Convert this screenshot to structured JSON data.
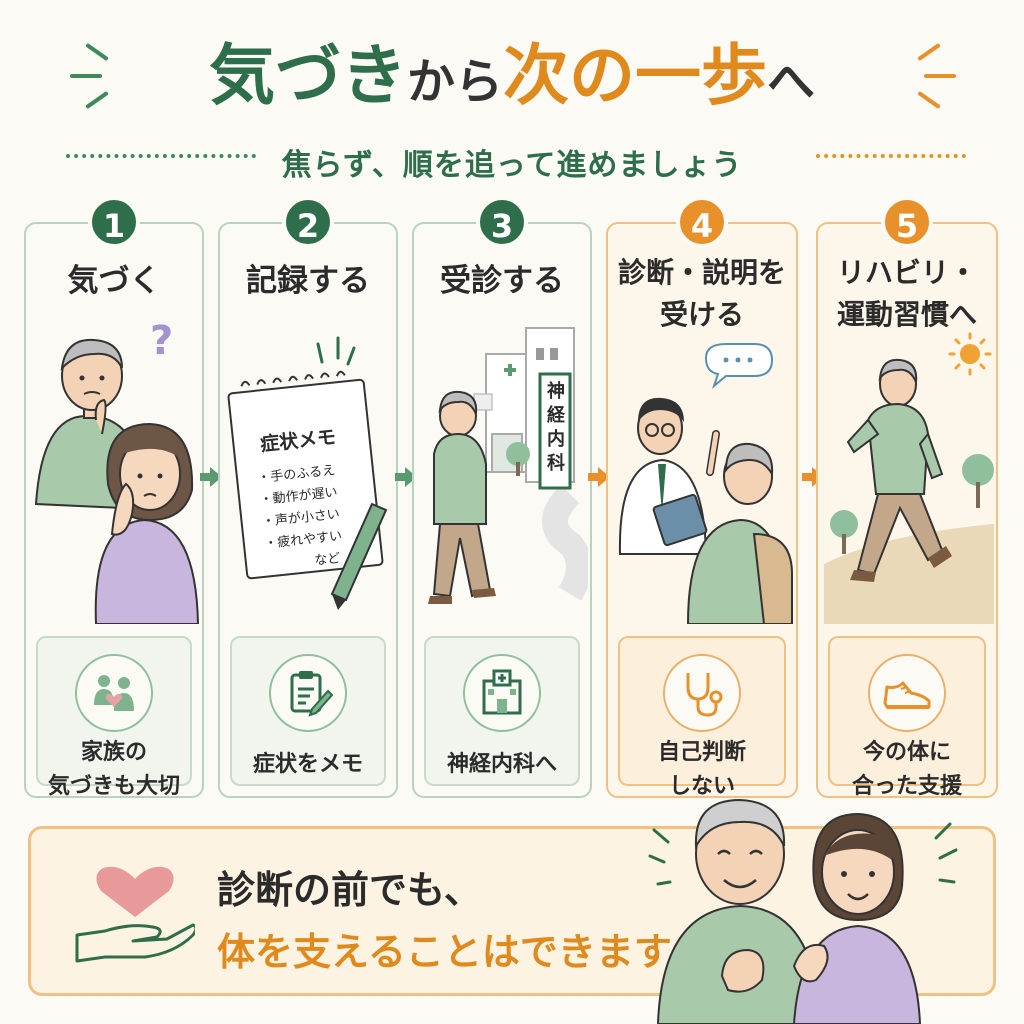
{
  "header": {
    "title_part1": "気づき",
    "title_part2": "から",
    "title_part3": "次の一歩",
    "title_part4": "へ",
    "subtitle": "焦らず、順を追って進めましょう"
  },
  "steps": [
    {
      "number": "1",
      "title": "気づく",
      "note": "家族の\n気づきも大切",
      "icon": "family-heart-icon"
    },
    {
      "number": "2",
      "title": "記録する",
      "note": "症状をメモ",
      "icon": "clipboard-pen-icon"
    },
    {
      "number": "3",
      "title": "受診する",
      "note": "神経内科へ",
      "icon": "hospital-icon"
    },
    {
      "number": "4",
      "title": "診断・説明を\n受ける",
      "note": "自己判断\nしない",
      "icon": "stethoscope-icon"
    },
    {
      "number": "5",
      "title": "リハビリ・\n運動習慣へ",
      "note": "今の体に\n合った支援",
      "icon": "sneaker-icon"
    }
  ],
  "memo": {
    "title": "症状メモ",
    "items": [
      "・手のふるえ",
      "・動作が遅い",
      "・声が小さい",
      "・疲れやすい",
      "など"
    ]
  },
  "hospital_sign": "神経内科",
  "footer": {
    "line1": "診断の前でも、",
    "line2": "体を支えることはできます"
  },
  "colors": {
    "green": "#2f6e4a",
    "orange": "#e8902a",
    "green_border": "#b9d3bf",
    "orange_border": "#f0c182"
  }
}
